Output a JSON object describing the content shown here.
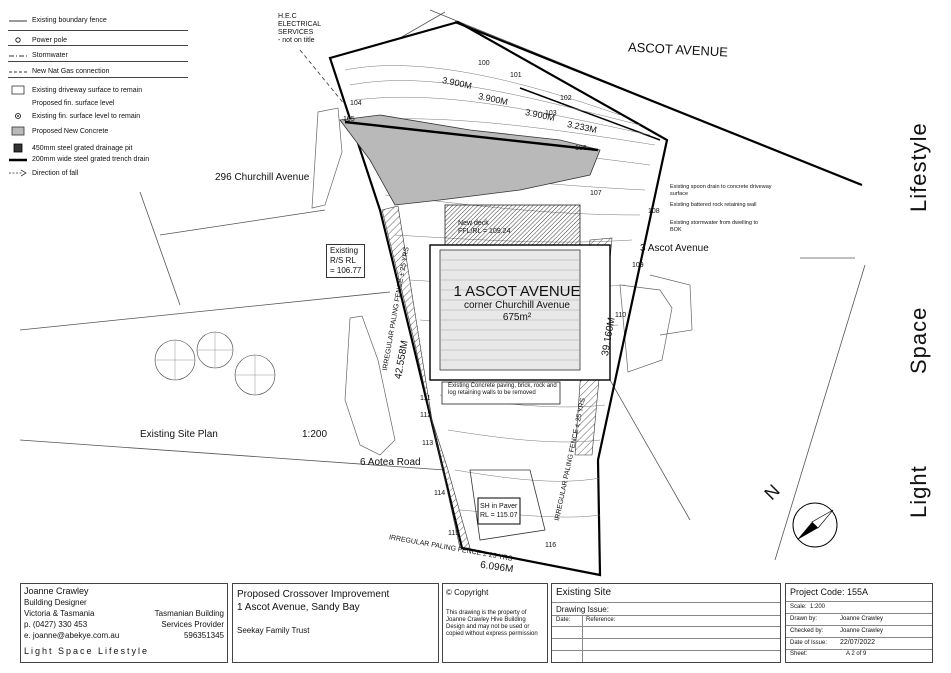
{
  "legend": [
    {
      "icon": "thin-line-icon",
      "label": "Existing boundary fence"
    },
    {
      "icon": "power-pole-icon",
      "label": "Power pole"
    },
    {
      "icon": "dash-dot-line-icon",
      "label": "Stormwater"
    },
    {
      "icon": "dashed-line-icon",
      "label": "New Nat Gas connection"
    },
    {
      "icon": "empty-box-icon",
      "label": "Existing driveway surface to remain"
    },
    {
      "icon": "blank-icon",
      "label": "Proposed fin. surface level"
    },
    {
      "icon": "circle-dot-icon",
      "label": "Existing fin. surface level to remain"
    },
    {
      "icon": "grey-box-icon",
      "label": "Proposed New Concrete"
    },
    {
      "icon": "hatched-square-icon",
      "label": "450mm steel grated drainage pit"
    },
    {
      "icon": "thick-line-icon",
      "label": "200mm wide steel grated trench drain"
    },
    {
      "icon": "arrow-icon",
      "label": "Direction of fall"
    }
  ],
  "plan": {
    "title": "Existing Site Plan",
    "scale": "1:200",
    "lot_name": "1 ASCOT AVENUE",
    "lot_sub": "corner Churchill Avenue",
    "lot_area": "675m²",
    "street_top": "ASCOT AVENUE",
    "neighbour_left": "296 Churchill Avenue",
    "neighbour_right": "3 Ascot Avenue",
    "neighbour_bottom": "6 Aotea Road",
    "hec_line1": "H.E.C",
    "hec_line2": "ELECTRICAL",
    "hec_line3": "SERVICES",
    "hec_line4": "- not on title",
    "existing_ris_line1": "Existing",
    "existing_ris_line2": "R/S RL",
    "existing_ris_line3": "= 106.77",
    "new_deck_line1": "New deck",
    "new_deck_line2": "FFL/RL = 109.24",
    "sh_line1": "SH in Paver",
    "sh_line2": "RL = 115.07",
    "dim_left": "42.558M",
    "dim_right": "39.160M",
    "dim_bottom": "6.096M",
    "dim_top_a": "3.900M",
    "dim_top_b": "3.900M",
    "dim_top_c": "3.900M",
    "dim_top_d": "3.233M",
    "fence_left": "IRREGULAR PALING FENCE ± 25 YRS",
    "fence_right": "IRREGULAR PALING FENCE ± 25 YRS",
    "fence_bottom": "IRREGULAR PALING FENCE ± 25 YRS",
    "note_spoon_drain": "Existing spoon drain to concrete driveway surface",
    "note_battered_rock": "Existing battered rock retaining wall",
    "note_stormwater": "Existing stormwater from dwelling to BOK",
    "note_concrete_paving": "Existing Concrete paving, brick, rock and log retaining walls to be removed",
    "contours": [
      "100",
      "101",
      "102",
      "103",
      "104",
      "105",
      "106",
      "107",
      "108",
      "109",
      "110",
      "111",
      "112",
      "113",
      "114",
      "115",
      "116"
    ],
    "north": "N"
  },
  "side_words": [
    "Lifestyle",
    "Space",
    "Light"
  ],
  "title_block": {
    "designer_name": "Joanne Crawley",
    "designer_role": "Building Designer",
    "designer_region": "Victoria  &  Tasmania",
    "designer_phone": "p. (0427) 330 453",
    "designer_email": "e. joanne@abekye.com.au",
    "tas_line1": "Tasmanian Building",
    "tas_line2": "Services Provider",
    "tas_line3": "596351345",
    "tagline": "Light  Space  Lifestyle",
    "project_title": "Proposed Crossover Improvement",
    "project_address": "1 Ascot Avenue, Sandy Bay",
    "client": "Seekay Family Trust",
    "copyright_title": "© Copyright",
    "copyright_text": "This drawing is the property of Joanne Crawley Hive Building Design and may not be used or copied without express permission",
    "sheet_title": "Existing Site",
    "drawing_issue": "Drawing Issue:",
    "date_label": "Date:",
    "reference_label": "Reference:",
    "project_code": "Project Code: 155A",
    "scale_label": "Scale:",
    "scale_value": "1:200",
    "drawn_label": "Drawn by:",
    "drawn_value": "Joanne Crawley",
    "checked_label": "Checked by:",
    "checked_value": "Joanne Crawley",
    "date_issue_label": "Date of Issue:",
    "date_issue_value": "22/07/2022",
    "sheet_label": "Sheet:",
    "sheet_value": "A   2  of 9"
  }
}
